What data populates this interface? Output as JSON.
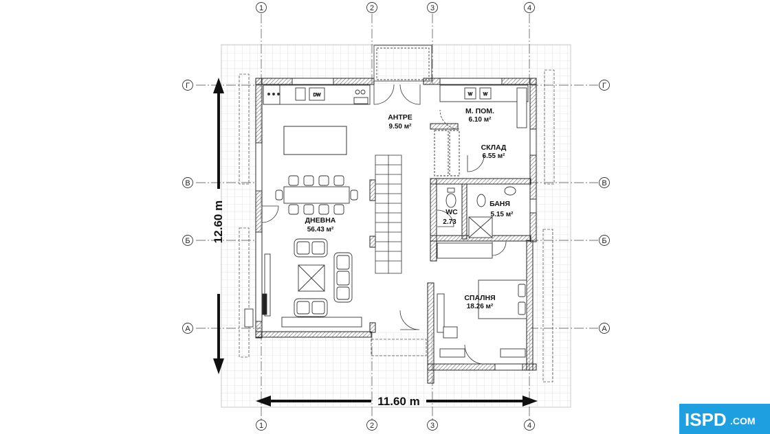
{
  "grid_axes": {
    "columns": [
      "1",
      "2",
      "3",
      "4"
    ],
    "rows": [
      "Г",
      "В",
      "Б",
      "А"
    ]
  },
  "dimensions": {
    "width": "11.60 m",
    "height": "12.60 m"
  },
  "rooms": [
    {
      "id": "antre",
      "name": "АНТРЕ",
      "area": "9.50 м²"
    },
    {
      "id": "mpom",
      "name": "М. ПОМ.",
      "area": "6.10 м²"
    },
    {
      "id": "sklad",
      "name": "СКЛАД",
      "area": "6.55 м²"
    },
    {
      "id": "dnevna",
      "name": "ДНЕВНА",
      "area": "56.43 м²"
    },
    {
      "id": "wc",
      "name": "WC",
      "area": "2.73"
    },
    {
      "id": "banya",
      "name": "БАНЯ",
      "area": "5.15 м²"
    },
    {
      "id": "spalnya",
      "name": "СПАЛНЯ",
      "area": "18.26 м²"
    }
  ],
  "appliances": {
    "dishwasher": "DW",
    "washer_1": "W",
    "washer_2": "W"
  },
  "brand": {
    "logo_text": "ISPD",
    "logo_suffix": ".COM",
    "color": "#1e9fe0"
  }
}
